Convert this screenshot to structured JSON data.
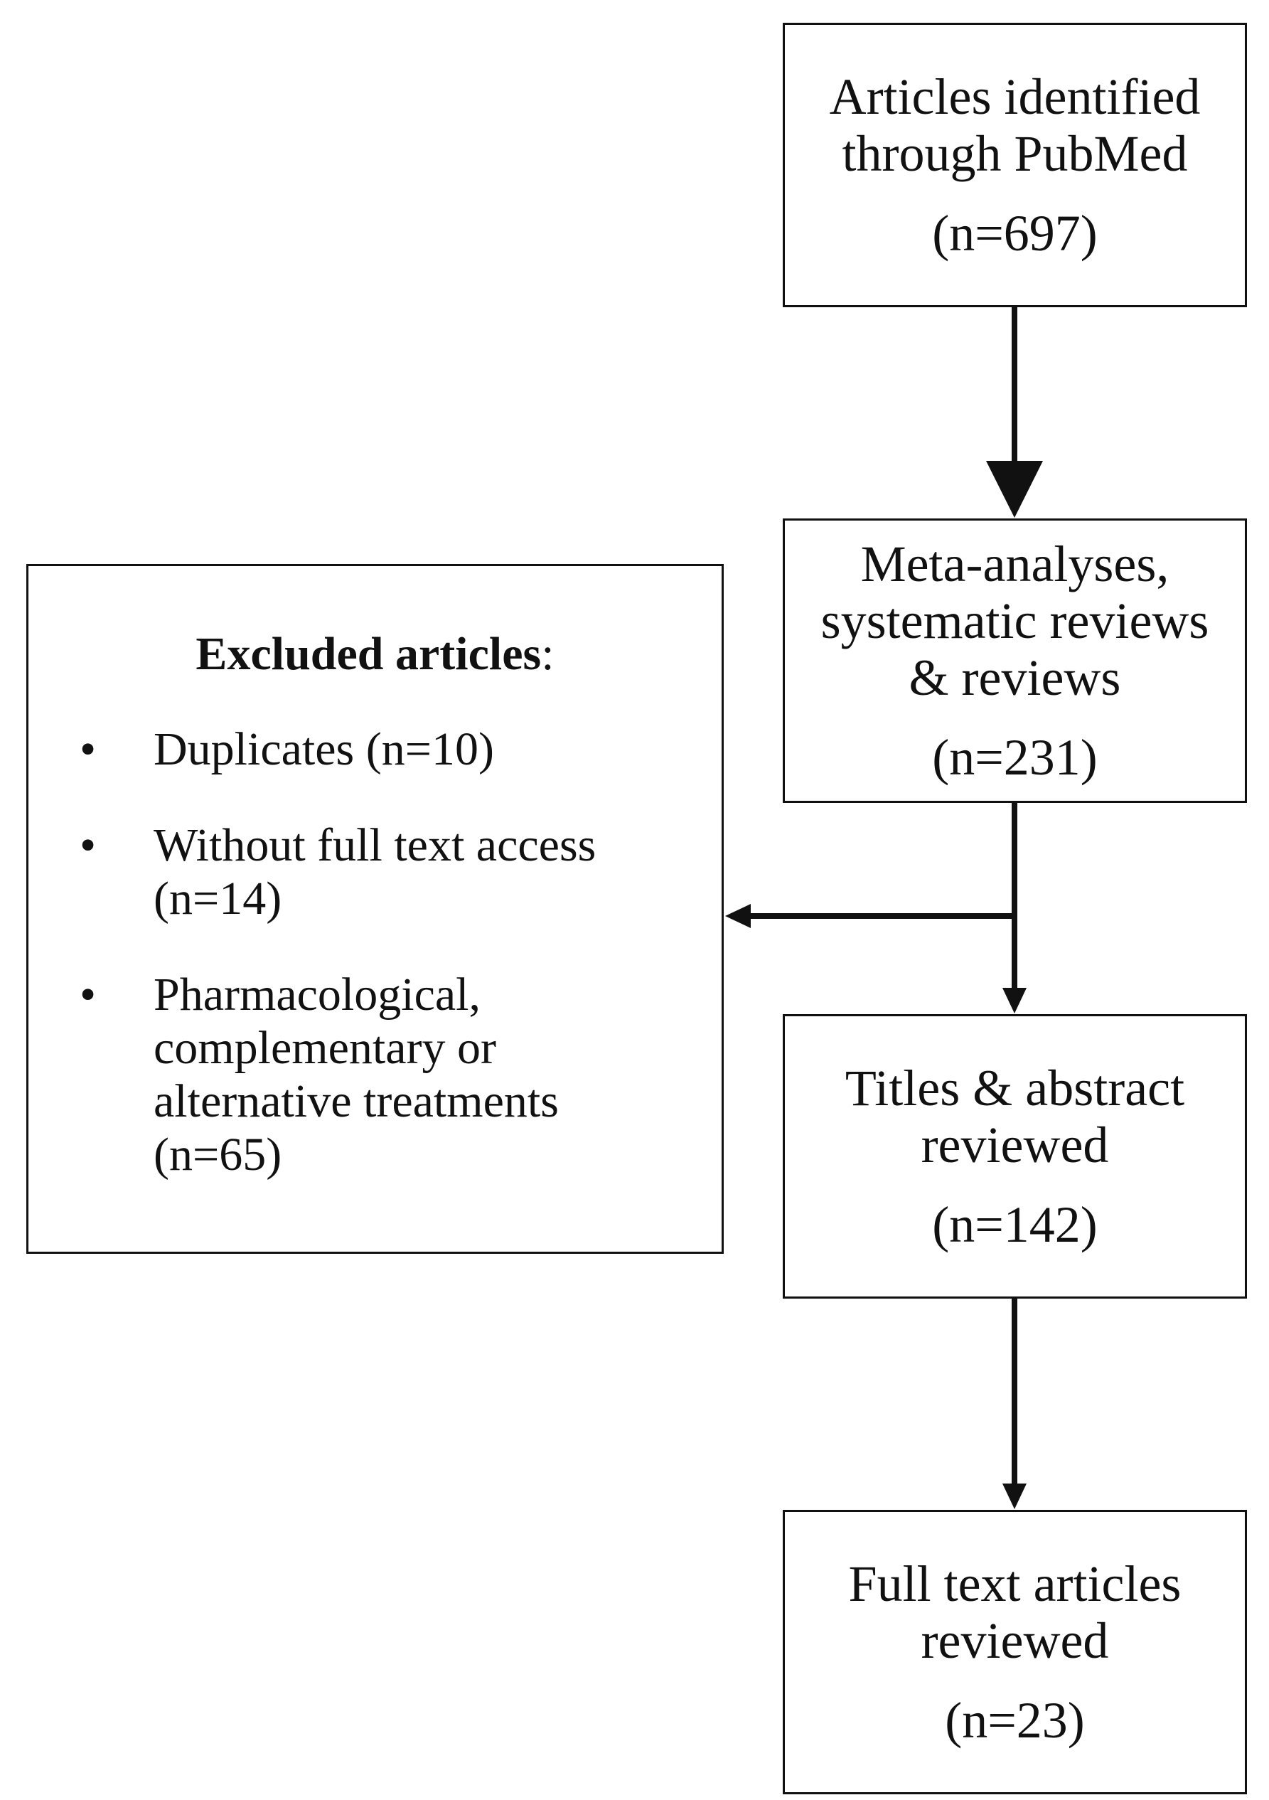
{
  "flow": {
    "identified": {
      "title": "Articles identified\nthrough PubMed",
      "count": "(n=697)"
    },
    "meta": {
      "title": "Meta-analyses,\nsystematic reviews\n& reviews",
      "count": "(n=231)"
    },
    "titles": {
      "title": "Titles & abstract\nreviewed",
      "count": "(n=142)"
    },
    "fulltext": {
      "title": "Full text articles\nreviewed",
      "count": "(n=23)"
    }
  },
  "excluded": {
    "heading": "Excluded articles",
    "heading_suffix": ":",
    "bullet": "•",
    "items": [
      {
        "text": "Duplicates (n=10)"
      },
      {
        "text": "Without full text access\n(n=14)"
      },
      {
        "text": "Pharmacological,\ncomplementary or\nalternative treatments\n(n=65)"
      }
    ]
  }
}
